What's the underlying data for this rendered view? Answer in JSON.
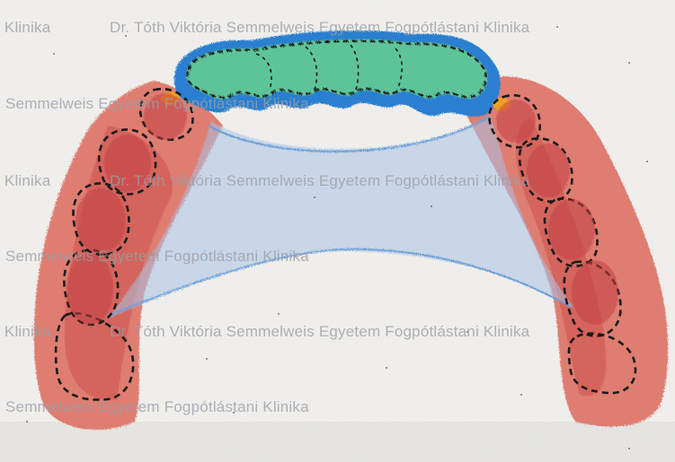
{
  "image": {
    "subject": "partial-denture-drawing",
    "colors": {
      "paper": "#f2f1ee",
      "gum_red": "#d8564a",
      "tooth_red": "#c9494a",
      "tooth_green": "#5dc499",
      "frame_blue": "#2a7fd0",
      "palate_blue": "#a9c3e6",
      "clasp_orange": "#f0a020",
      "outline_dash": "#1a1a1a"
    }
  },
  "watermark": {
    "clinic_short": "i Klinika",
    "doctor_line": "Dr. Tóth Viktória Semmelweis Egyetem Fogpótlástani Klinika",
    "university_line": "Semmelweis Egyetem Fogpótlástani Klinika"
  }
}
